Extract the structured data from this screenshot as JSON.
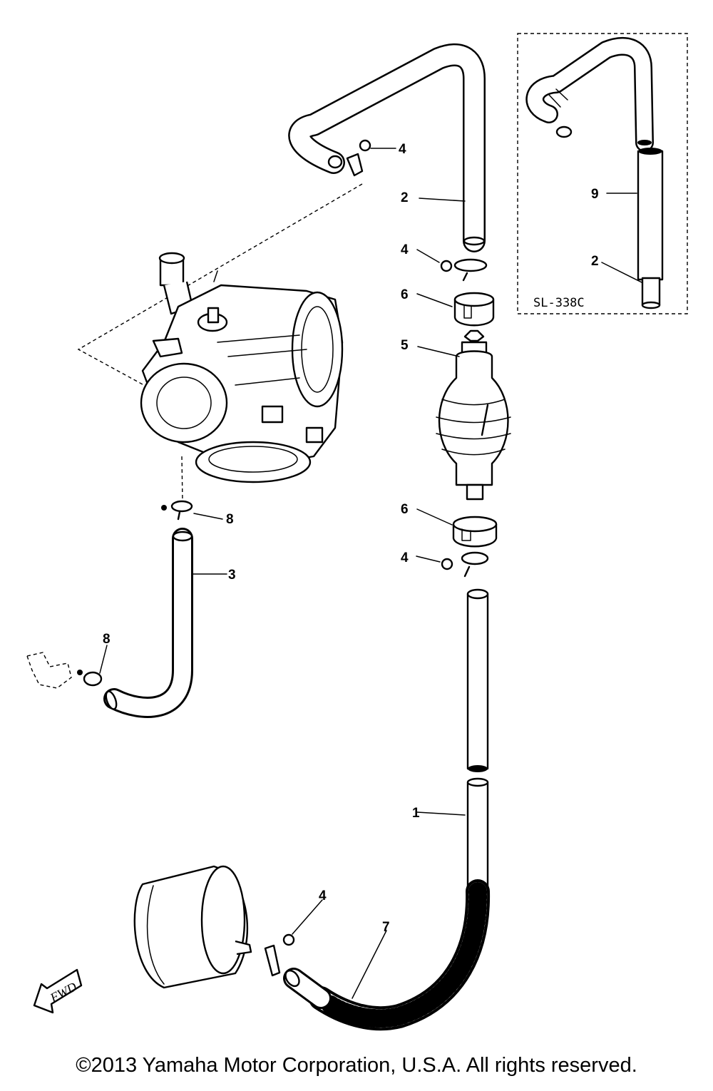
{
  "callouts": {
    "c1": "1",
    "c2_top": "2",
    "c2_inset": "2",
    "c3": "3",
    "c4_top": "4",
    "c4_upper": "4",
    "c4_lower": "4",
    "c4_bottom": "4",
    "c5": "5",
    "c6_upper": "6",
    "c6_lower": "6",
    "c7": "7",
    "c8_upper": "8",
    "c8_lower": "8",
    "c9": "9"
  },
  "inset_label": "SL-338C",
  "fwd_label": "FWD",
  "copyright": "©2013 Yamaha Motor Corporation, U.S.A. All rights reserved."
}
